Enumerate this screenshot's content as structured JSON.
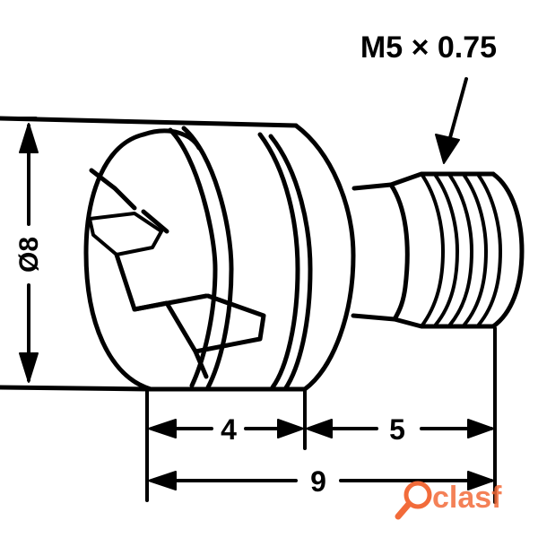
{
  "thread_callout": "M5 × 0.75",
  "diameter_label": "Ø8",
  "dimensions": {
    "left_segment": "4",
    "right_segment": "5",
    "overall": "9"
  },
  "watermark": {
    "text": "clasf",
    "color": "#f26b3a"
  }
}
